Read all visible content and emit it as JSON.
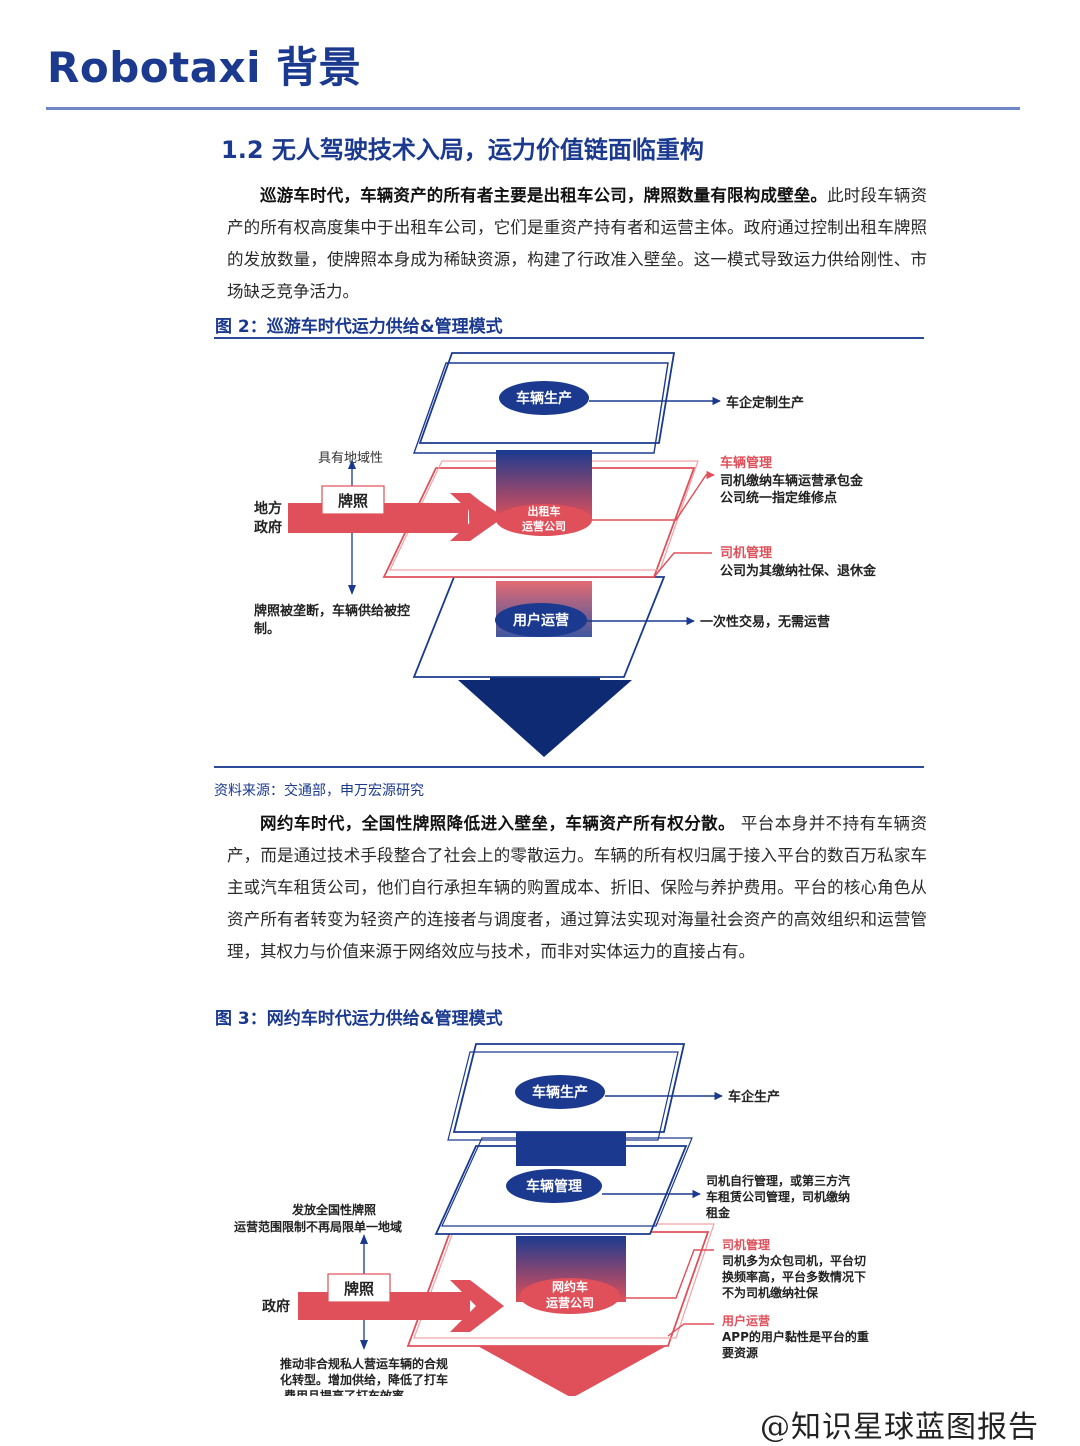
{
  "header": {
    "title": "Robotaxi 背景"
  },
  "section": {
    "heading": "1.2 无人驾驶技术入局，运力价值链面临重构"
  },
  "para1": {
    "bold": "巡游车时代，车辆资产的所有者主要是出租车公司，牌照数量有限构成壁垒。",
    "text": "此时段车辆资产的所有权高度集中于出租车公司，它们是重资产持有者和运营主体。政府通过控制出租车牌照的发放数量，使牌照本身成为稀缺资源，构建了行政准入壁垒。这一模式导致运力供给刚性、市场缺乏竞争活力。"
  },
  "fig2": {
    "title": "图 2：巡游车时代运力供给&管理模式",
    "top_label": "车辆生产",
    "top_note": "车企定制生产",
    "mid_label_1": "出租车",
    "mid_label_2": "运营公司",
    "bottom_label": "用户运营",
    "bottom_note": "一次性交易，无需运营",
    "left_top_note": "具有地域性",
    "license": "牌照",
    "gov_1": "地方",
    "gov_2": "政府",
    "left_bottom_1": "牌照被垄断，车辆供给被控",
    "left_bottom_2": "制。",
    "vm_title": "车辆管理",
    "vm_1": "司机缴纳车辆运营承包金",
    "vm_2": "公司统一指定维修点",
    "dm_title": "司机管理",
    "dm_1": "公司为其缴纳社保、退休金"
  },
  "source": "资料来源：交通部，申万宏源研究",
  "para2": {
    "bold": "网约车时代，全国性牌照降低进入壁垒，车辆资产所有权分散。",
    "text": " 平台本身并不持有车辆资产，而是通过技术手段整合了社会上的零散运力。车辆的所有权归属于接入平台的数百万私家车主或汽车租赁公司，他们自行承担车辆的购置成本、折旧、保险与养护费用。平台的核心角色从资产所有者转变为轻资产的连接者与调度者，通过算法实现对海量社会资产的高效组织和运营管理，其权力与价值来源于网络效应与技术，而非对实体运力的直接占有。"
  },
  "fig3": {
    "title": "图 3：网约车时代运力供给&管理模式",
    "top_label": "车辆生产",
    "top_note": "车企生产",
    "mid_label": "车辆管理",
    "mid_note_1": "司机自行管理，或第三方汽",
    "mid_note_2": "车租赁公司管理，司机缴纳",
    "mid_note_3": "租金",
    "core_1": "网约车",
    "core_2": "运营公司",
    "left_top_1": "发放全国性牌照",
    "left_top_2": "运营范围限制不再局限单一地域",
    "license": "牌照",
    "gov": "政府",
    "left_bottom_1": "推动非合规私人营运车辆的合规",
    "left_bottom_2": "化转型。增加供给，降低了打车",
    "left_bottom_3": "费用且提高了打车效率。",
    "dm_title": "司机管理",
    "dm_1": "司机多为众包司机，平台切",
    "dm_2": "换频率高，平台多数情况下",
    "dm_3": "不为司机缴纳社保",
    "uo_title": "用户运营",
    "uo_1": "APP的用户黏性是平台的重",
    "uo_2": "要资源"
  },
  "watermark": "@知识星球蓝图报告",
  "colors": {
    "navy": "#1b3a8f",
    "red": "#e0505a",
    "dark_navy": "#0d2a73"
  }
}
